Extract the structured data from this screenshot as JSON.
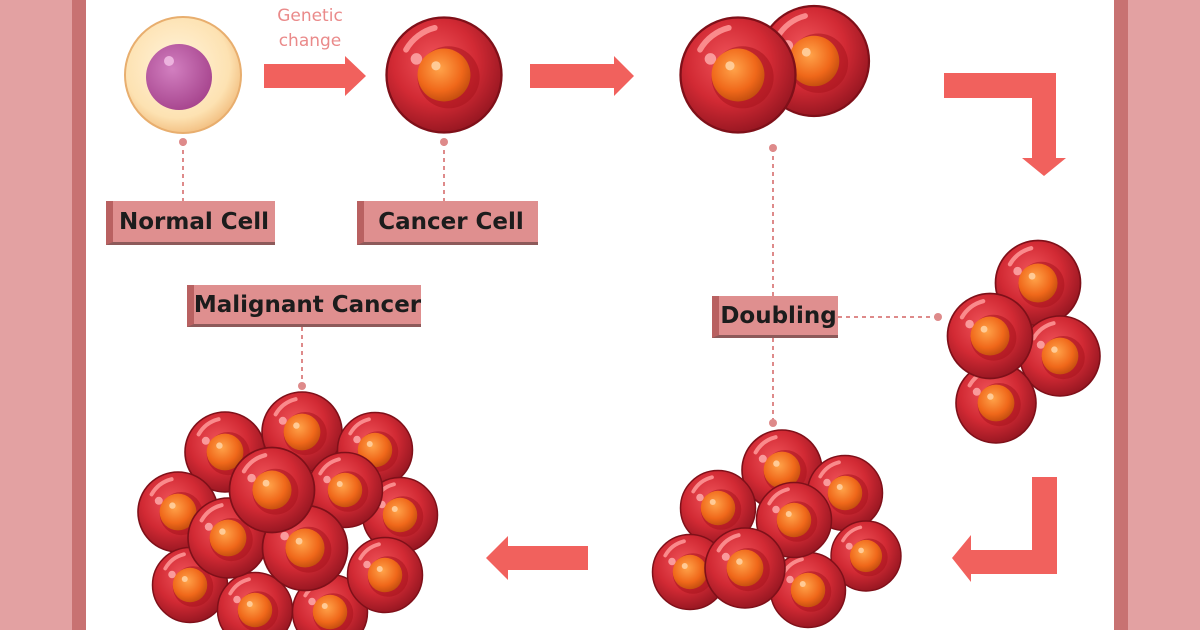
{
  "labels": {
    "normal_cell": "Normal Cell",
    "cancer_cell": "Cancer Cell",
    "malignant_cancer": "Malignant Cancer",
    "doubling": "Doubling",
    "genetic_change_line1": "Genetic",
    "genetic_change_line2": "change"
  },
  "colors": {
    "side_panel": "#e3a1a2",
    "side_panel_stripe": "#c87272",
    "arrow": "#f1615d",
    "label_bg": "#df8f8f",
    "connector": "#de8a8a",
    "cell_red": "#c7232d",
    "nucleus_orange": "#ee6a14",
    "normal_cell_fill": "#fde3b6",
    "normal_nucleus": "#b64f9b"
  }
}
